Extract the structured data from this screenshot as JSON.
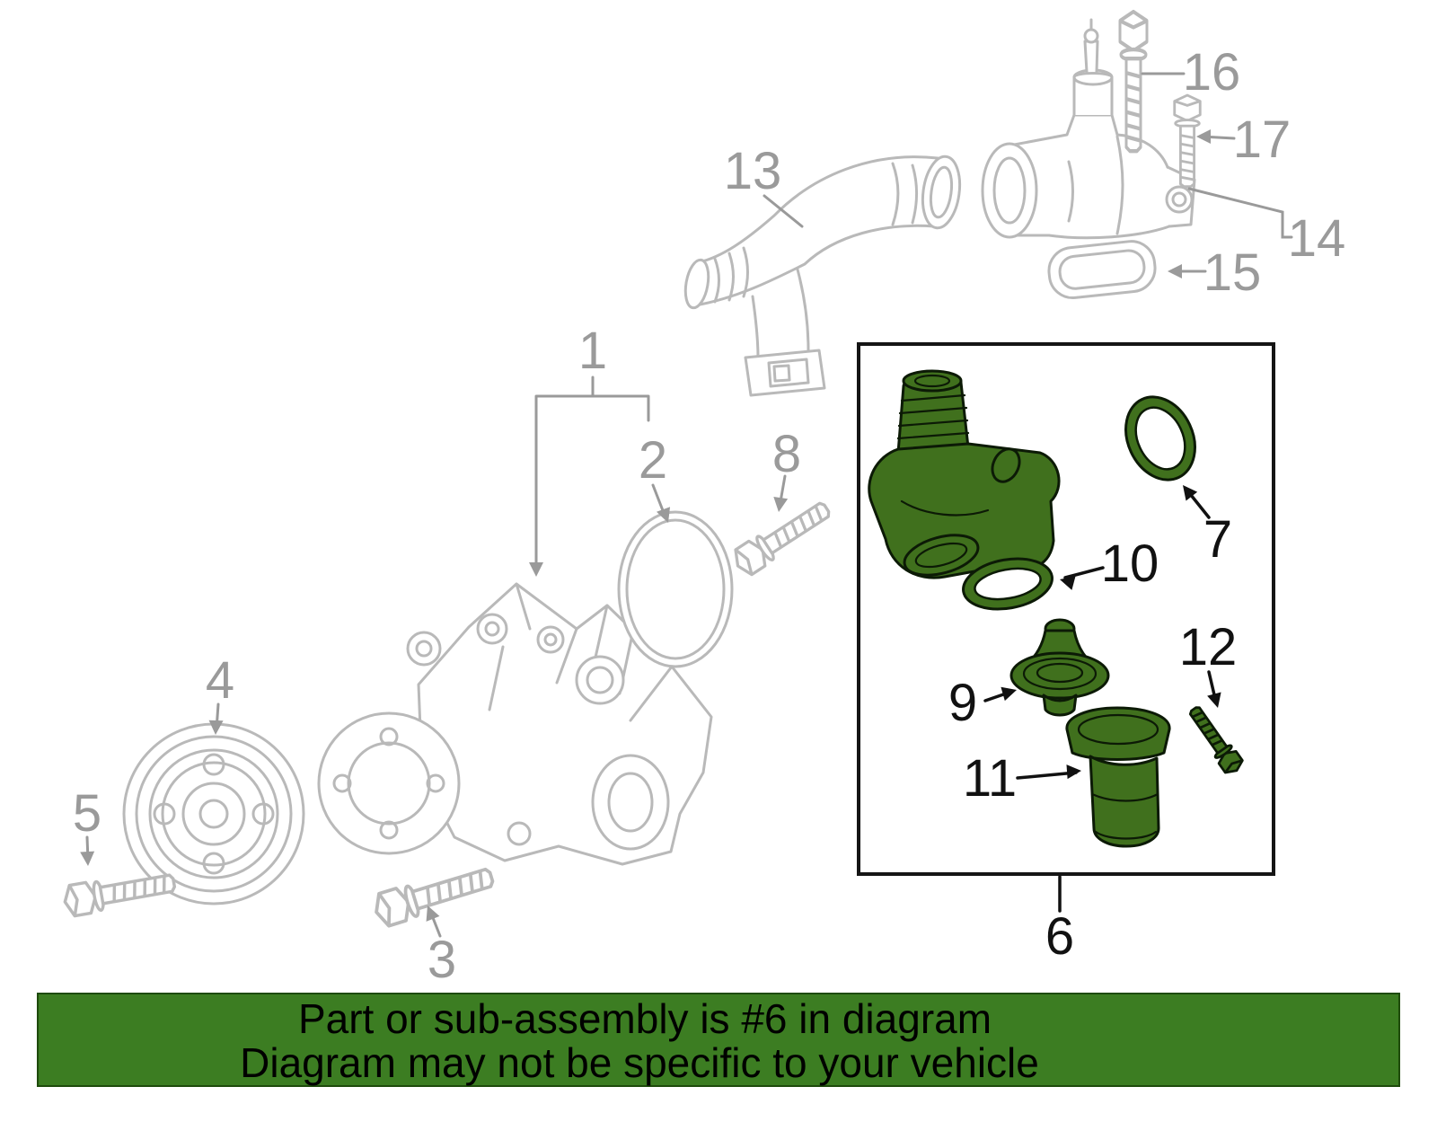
{
  "colors": {
    "line_art": "#b9b9b9",
    "callout_gray": "#9a9a9a",
    "callout_black": "#111111",
    "part_green": "#40701d",
    "banner_bg": "#3c7d22",
    "banner_text": "#000000"
  },
  "callouts": {
    "c1": "1",
    "c2": "2",
    "c3": "3",
    "c4": "4",
    "c5": "5",
    "c6": "6",
    "c7": "7",
    "c8": "8",
    "c9": "9",
    "c10": "10",
    "c11": "11",
    "c12": "12",
    "c13": "13",
    "c14": "14",
    "c15": "15",
    "c16": "16",
    "c17": "17"
  },
  "banner": {
    "line1": "Part or sub-assembly is #6 in diagram",
    "line2": "Diagram may not be specific to your vehicle"
  }
}
